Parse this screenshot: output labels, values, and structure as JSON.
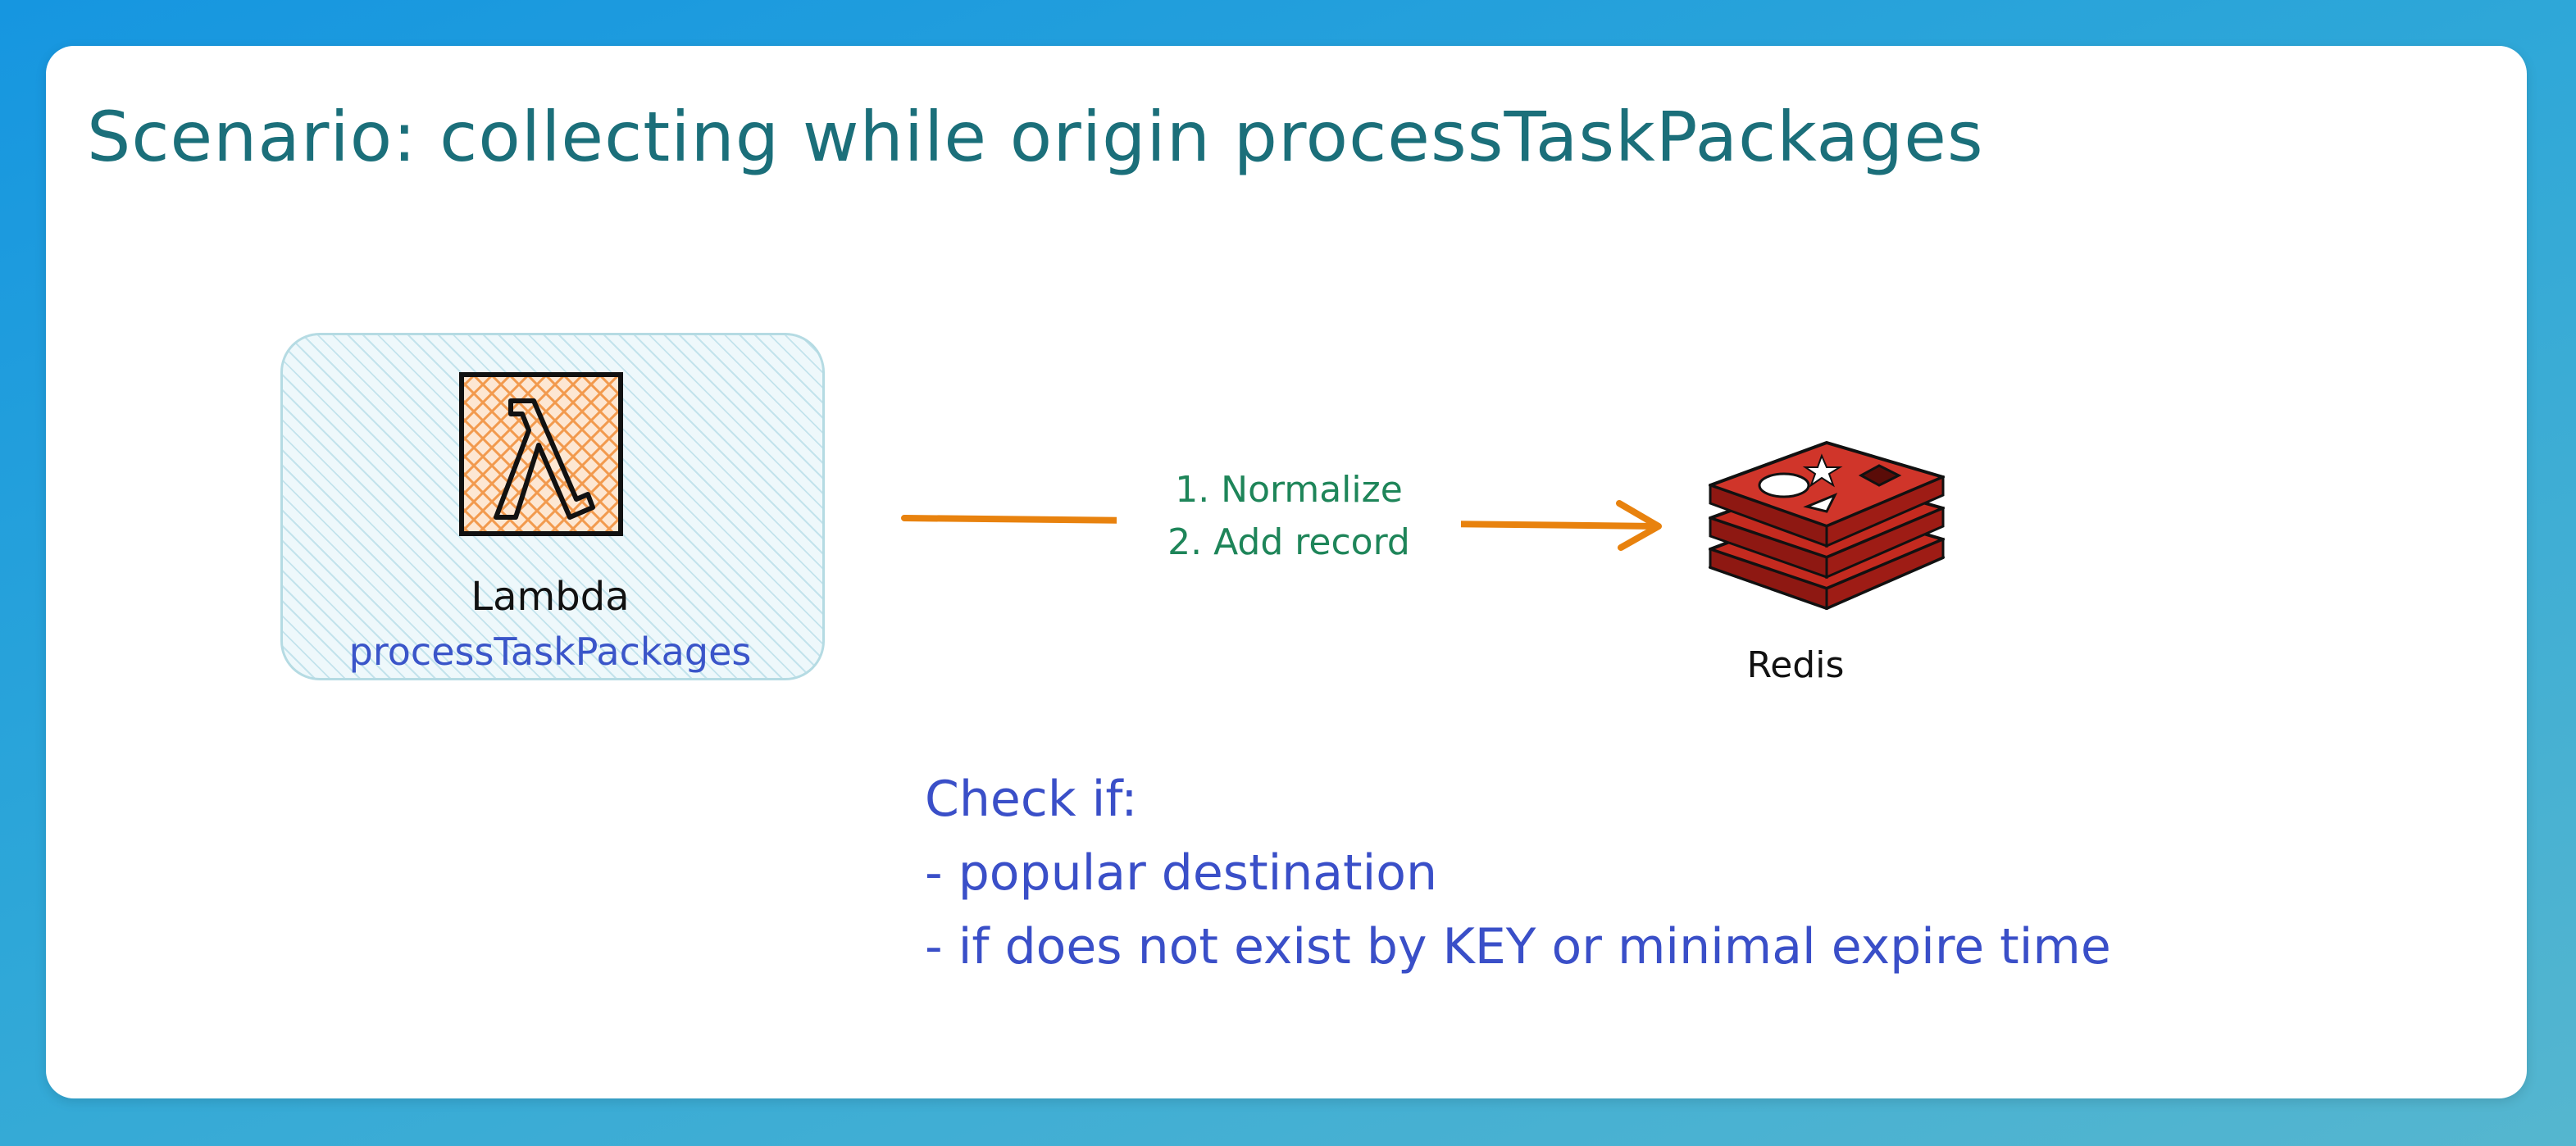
{
  "title": "Scenario: collecting while origin processTaskPackages",
  "lambda": {
    "label": "Lambda",
    "function_name": "processTaskPackages",
    "icon": "lambda-icon"
  },
  "edge": {
    "step1": "1. Normalize",
    "step2": "2. Add record"
  },
  "redis": {
    "label": "Redis",
    "icon": "redis-icon"
  },
  "notes": {
    "heading": "Check if:",
    "items": [
      "- popular destination",
      "- if does not exist by KEY or minimal expire time"
    ]
  },
  "colors": {
    "title": "#1b6f7a",
    "note_text": "#3a4fc8",
    "edge_label": "#1e8559",
    "arrow": "#e8820e",
    "lambda_fill": "#f5a25d",
    "redis": "#c42a1f"
  }
}
